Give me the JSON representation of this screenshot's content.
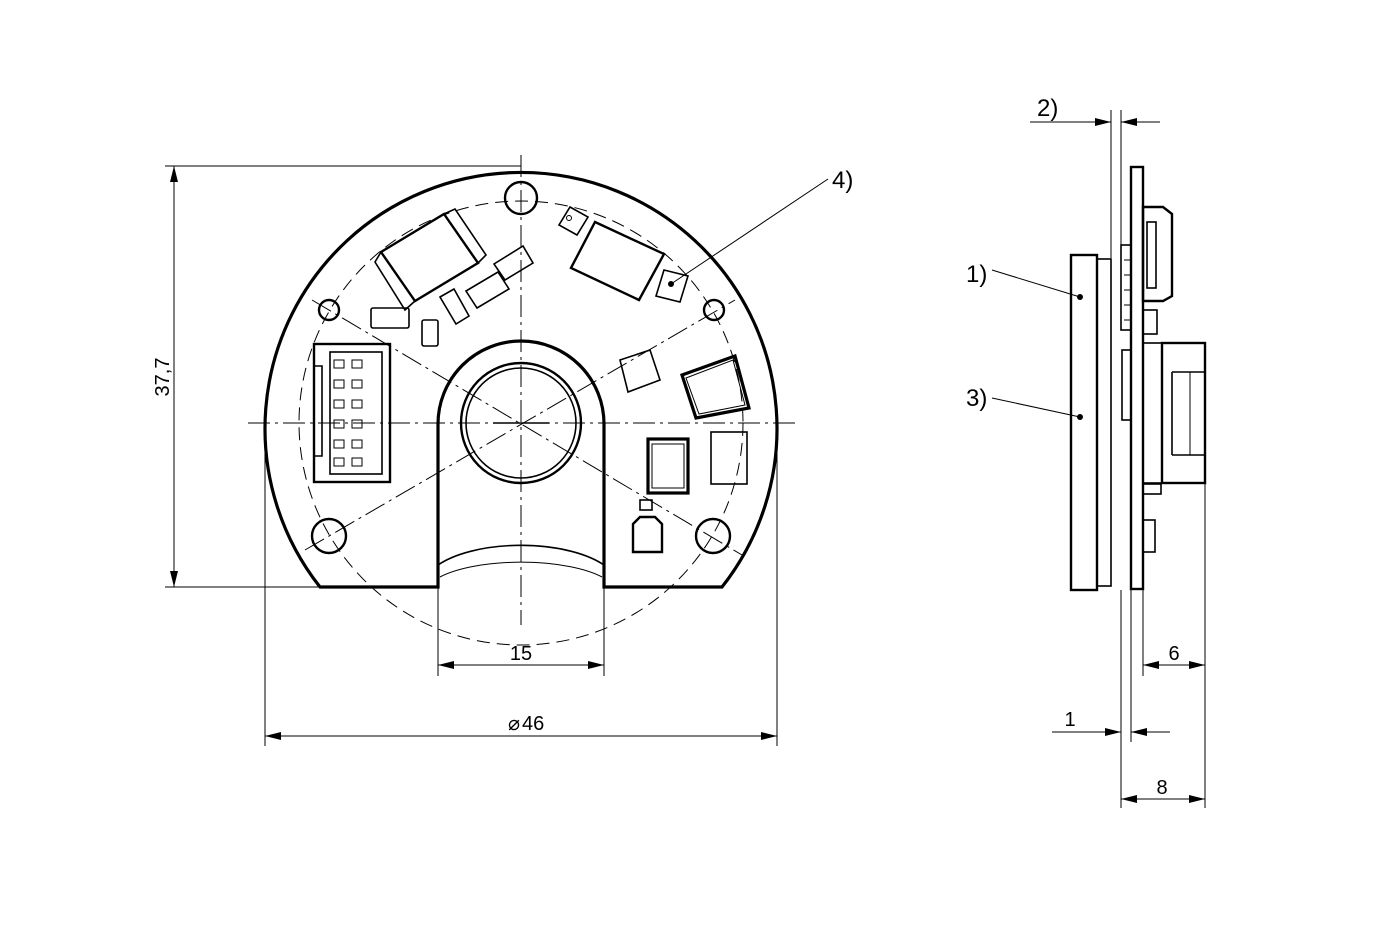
{
  "front_view": {
    "dimensions": {
      "height": "37,7",
      "slot_width": "15",
      "diameter_value": "46",
      "diameter_symbol": "⌀"
    },
    "callouts": {
      "item_4": "4)"
    }
  },
  "side_view": {
    "dimensions": {
      "thickness_1": "1",
      "depth_6": "6",
      "depth_8": "8"
    },
    "callouts": {
      "item_1": "1)",
      "item_2": "2)",
      "item_3": "3)"
    }
  },
  "colors": {
    "line": "#000000",
    "background": "#ffffff"
  }
}
